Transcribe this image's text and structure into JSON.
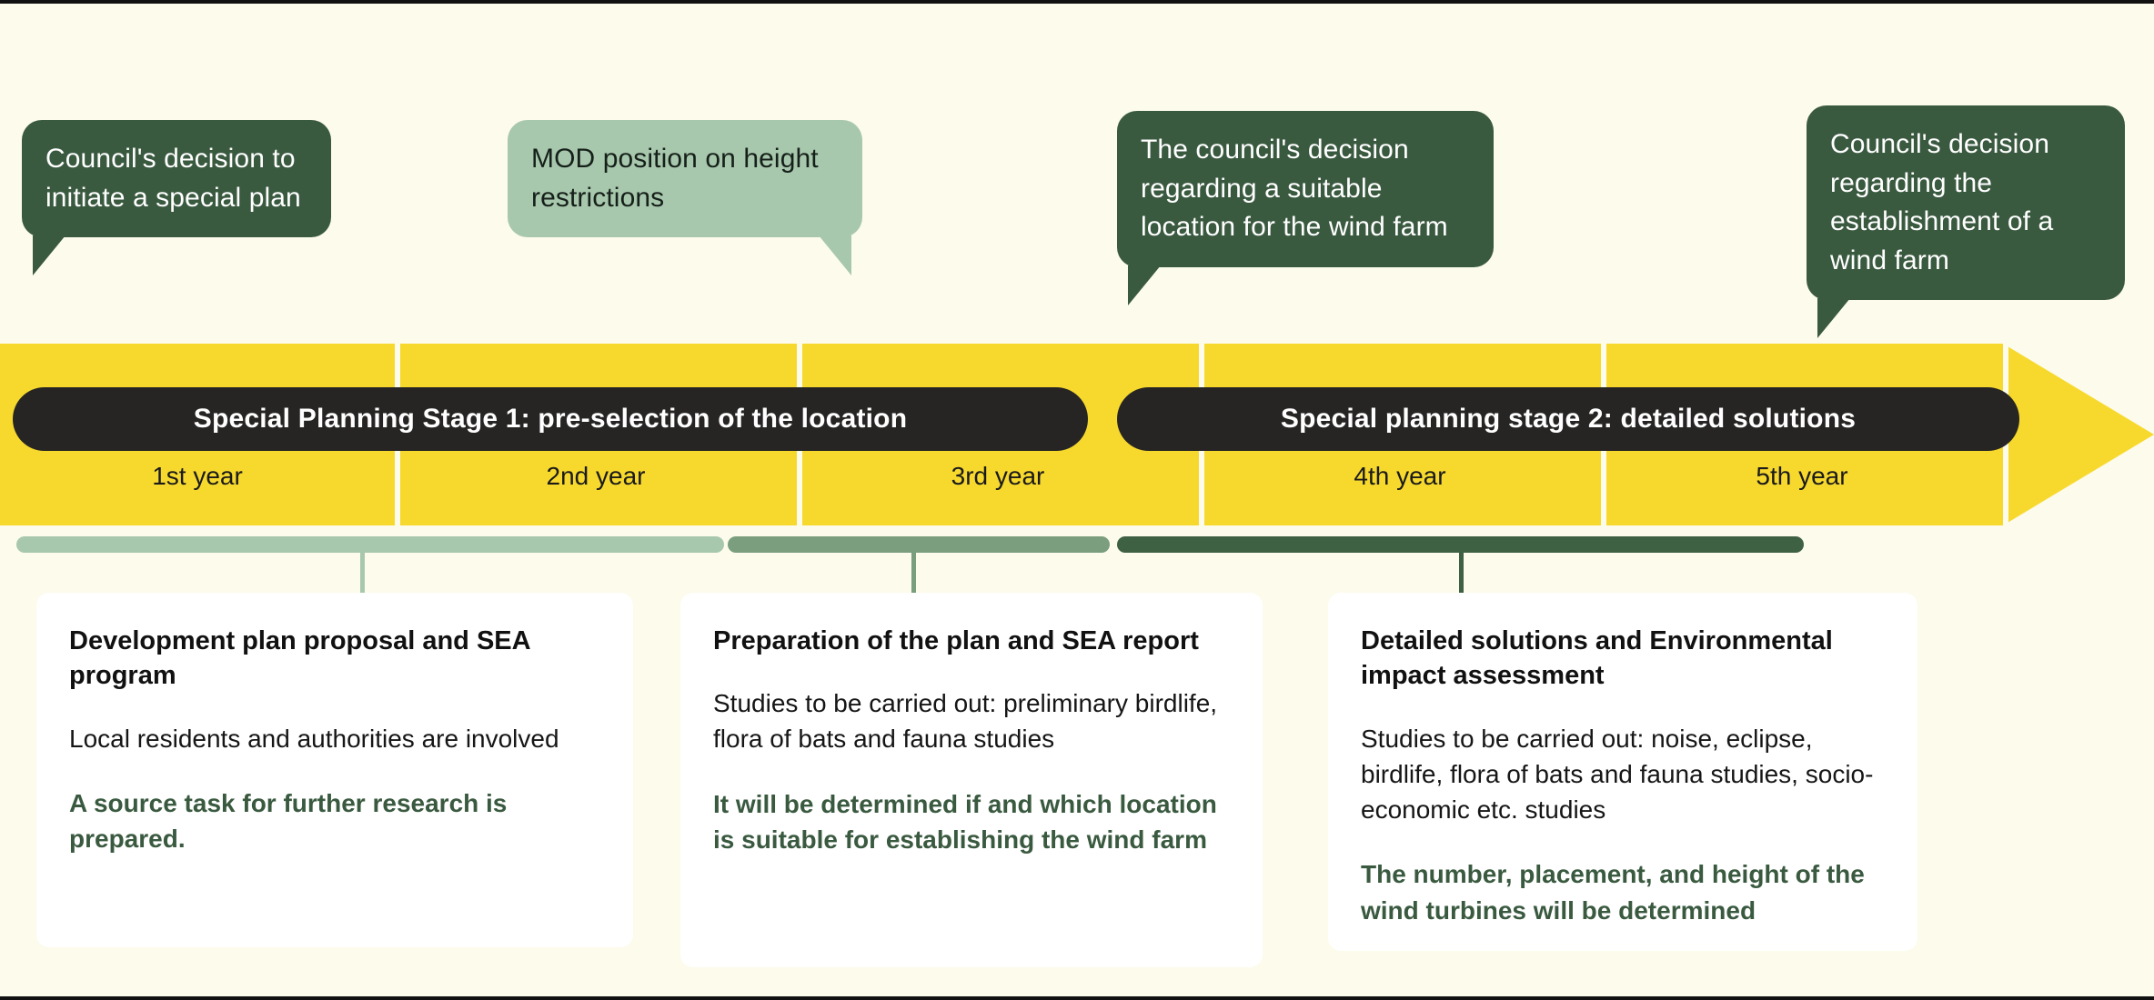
{
  "colors": {
    "background": "#FDFBEC",
    "timeline_yellow": "#F7D92E",
    "pill_black": "#262523",
    "dark_green": "#3A5A40",
    "mid_green": "#7A9E7E",
    "light_green": "#A8C8AD",
    "card_white": "#FFFFFF",
    "accent_text_green": "#3A5A40"
  },
  "bubbles": [
    {
      "id": "bubble-1",
      "text": "Council's decision to initiate a special plan",
      "style": "dark",
      "tail": "left"
    },
    {
      "id": "bubble-2",
      "text": "MOD position on height restrictions",
      "style": "light",
      "tail": "right"
    },
    {
      "id": "bubble-3",
      "text": "The council's decision regarding a suitable location for the wind farm",
      "style": "dark",
      "tail": "left"
    },
    {
      "id": "bubble-4",
      "text": "Council's decision regarding the establishment of a wind farm",
      "style": "dark",
      "tail": "left"
    }
  ],
  "timeline": {
    "stages": [
      {
        "id": "stage-1",
        "label": "Special Planning Stage 1: pre-selection of the location"
      },
      {
        "id": "stage-2",
        "label": "Special planning stage 2: detailed solutions"
      }
    ],
    "years": [
      {
        "label": "1st year"
      },
      {
        "label": "2nd year"
      },
      {
        "label": "3rd year"
      },
      {
        "label": "4th year"
      },
      {
        "label": "5th year"
      }
    ]
  },
  "phases": [
    {
      "id": "phase-1",
      "bar_color": "#A8C8AD",
      "title": "Development plan proposal and SEA program",
      "body": "Local residents and authorities are involved",
      "accent": "A source task for further research is prepared."
    },
    {
      "id": "phase-2",
      "bar_color": "#7A9E7E",
      "title": "Preparation of the plan and SEA report",
      "body": "Studies to be carried out: preliminary birdlife, flora of bats and fauna studies",
      "accent": "It will be determined if and which location is suitable for establishing the wind farm"
    },
    {
      "id": "phase-3",
      "bar_color": "#3E6144",
      "title": "Detailed solutions and Environmental impact assessment",
      "body": "Studies to be carried out: noise, eclipse, birdlife, flora of bats and fauna studies, socio-economic etc. studies",
      "accent": "The number, placement, and height of the wind turbines will be determined"
    }
  ]
}
